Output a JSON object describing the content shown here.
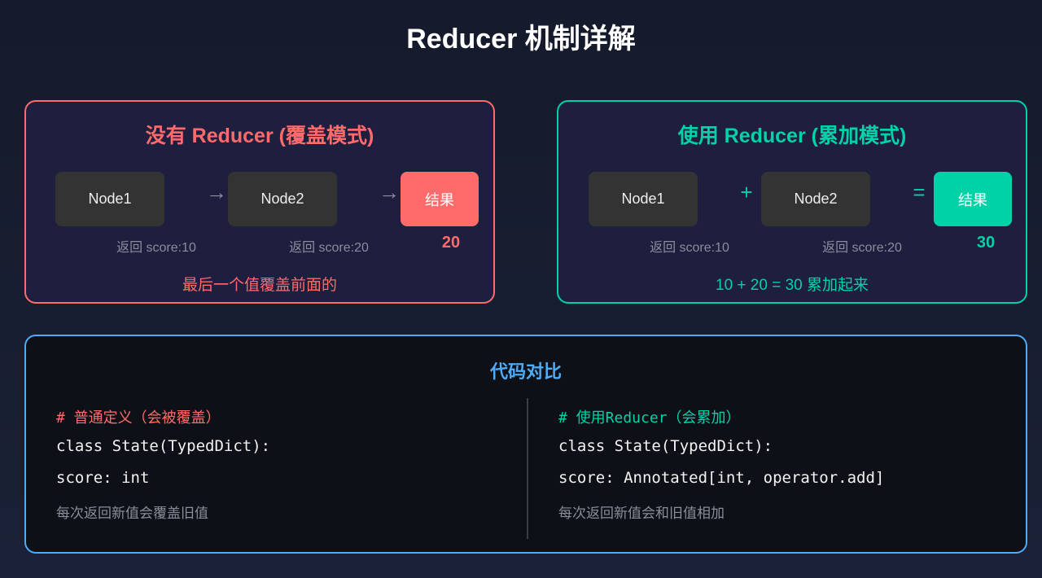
{
  "title": "Reducer 机制详解",
  "left": {
    "title": "没有 Reducer (覆盖模式)",
    "node1": "Node1",
    "node2": "Node2",
    "op1": "→",
    "op2": "→",
    "result": "结果",
    "score1": "返回 score:10",
    "score2": "返回 score:20",
    "value": "20",
    "note": "最后一个值覆盖前面的"
  },
  "right": {
    "title": "使用 Reducer (累加模式)",
    "node1": "Node1",
    "node2": "Node2",
    "op1": "+",
    "op2": "=",
    "result": "结果",
    "score1": "返回 score:10",
    "score2": "返回 score:20",
    "value": "30",
    "note": "10 + 20 = 30 累加起来"
  },
  "code": {
    "title": "代码对比",
    "left": {
      "comment": "# 普通定义（会被覆盖）",
      "line1": "class State(TypedDict):",
      "line2": "score: int",
      "desc": "每次返回新值会覆盖旧值"
    },
    "right": {
      "comment": "# 使用Reducer（会累加）",
      "line1": "class State(TypedDict):",
      "line2": "score: Annotated[int, operator.add]",
      "desc": "每次返回新值会和旧值相加"
    }
  },
  "colors": {
    "red": "#ff6b6b",
    "teal": "#00d2a8",
    "blue": "#4dabf7"
  }
}
